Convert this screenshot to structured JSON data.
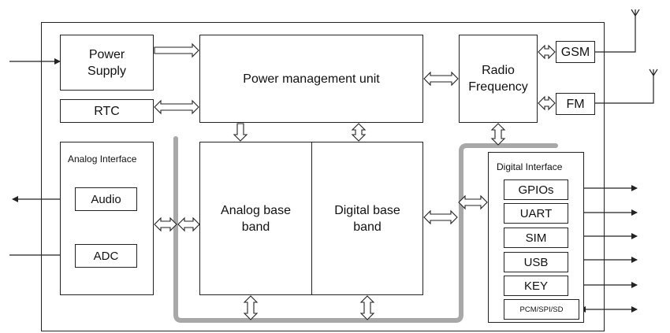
{
  "blocks": {
    "power_supply": "Power\nSupply",
    "rtc": "RTC",
    "pmu": "Power management unit",
    "radio_frequency": "Radio\nFrequency",
    "gsm": "GSM",
    "fm": "FM",
    "analog_interface": "Analog Interface",
    "audio": "Audio",
    "adc": "ADC",
    "analog_baseband": "Analog base\nband",
    "digital_baseband": "Digital base\nband",
    "digital_interface": "Digital Interface"
  },
  "digital_interface_items": [
    "GPIOs",
    "UART",
    "SIM",
    "USB",
    "KEY",
    "PCM/SPI/SD"
  ],
  "colors": {
    "bus": "#a8a8a8",
    "line": "#222222"
  }
}
